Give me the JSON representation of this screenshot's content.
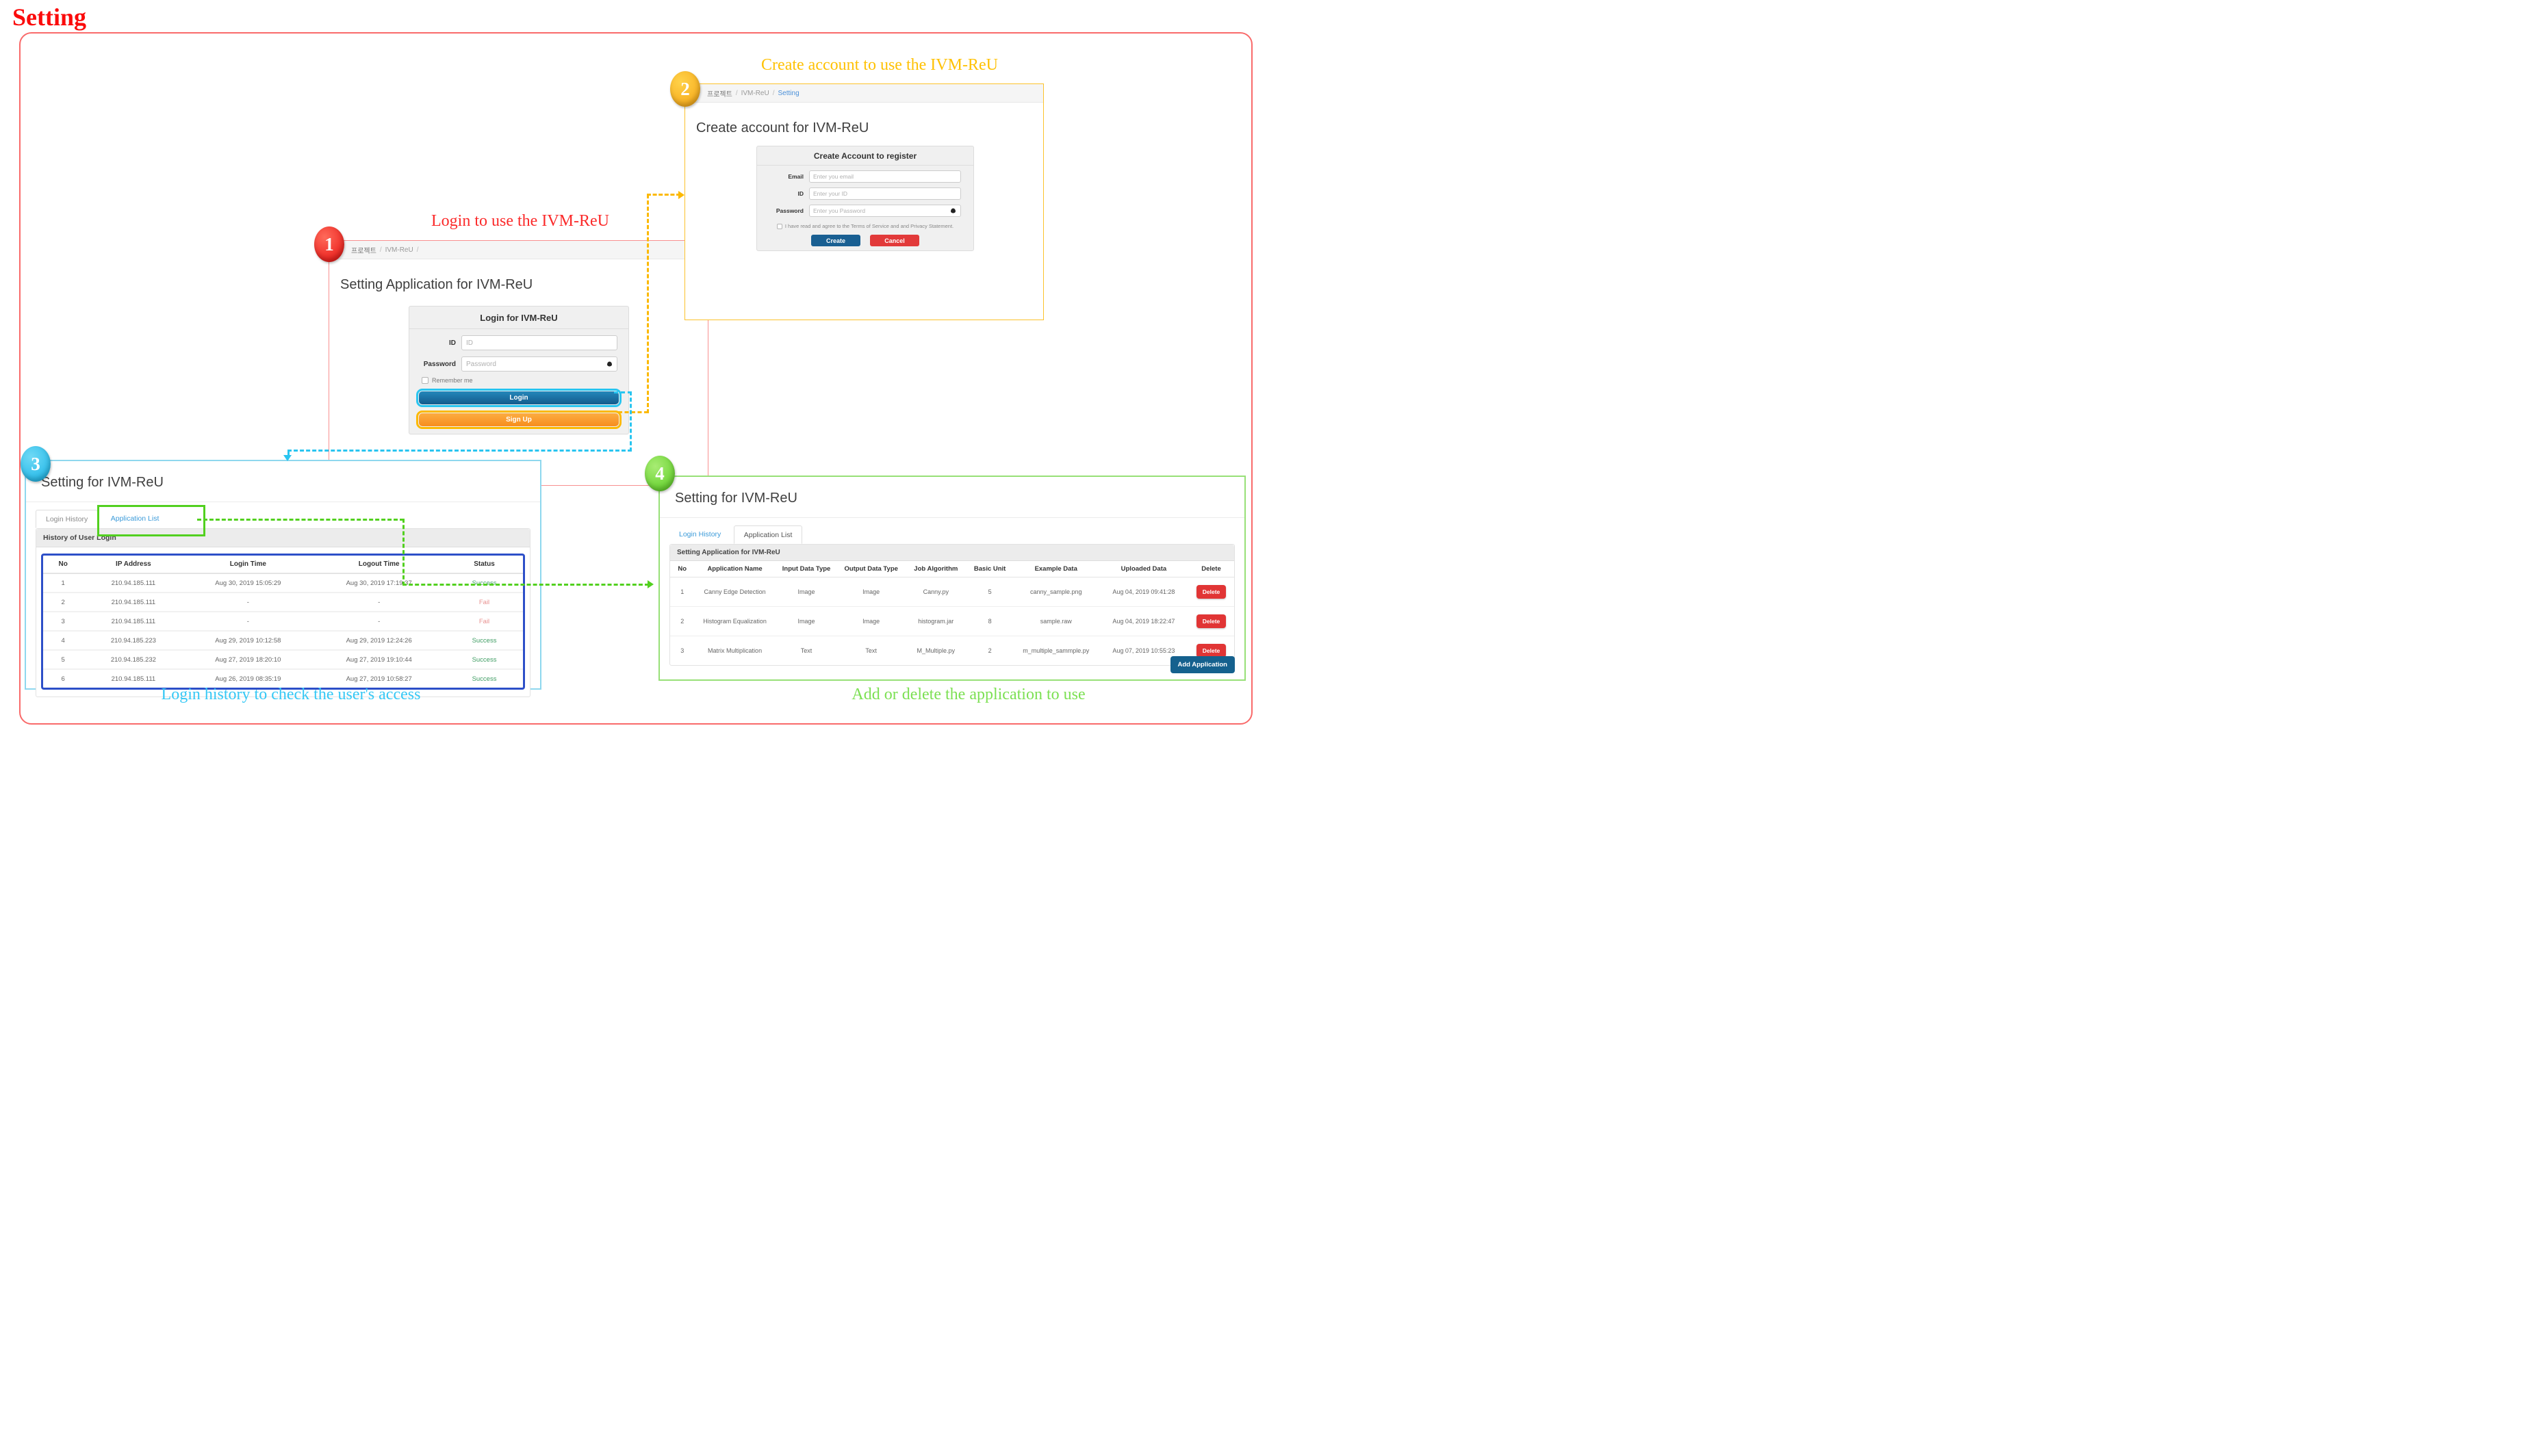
{
  "figure_title": "Setting",
  "annotations": {
    "create_account": "Create account to use the IVM-ReU",
    "login": "Login to use the IVM-ReU",
    "login_history": "Login history to check the user's access",
    "add_delete": "Add or delete the application to use"
  },
  "badges": {
    "one": "1",
    "two": "2",
    "three": "3",
    "four": "4"
  },
  "colors": {
    "title_red": "#fb0b0b",
    "annotation_red": "#fb2a2a",
    "annotation_yellow": "#ffc103",
    "annotation_cyan": "#35c8f5",
    "annotation_green": "#7ce053",
    "status_success": "#3f9d63",
    "status_fail": "#e8908f",
    "login_button": "#135a8c",
    "signup_button": "#f78d1d",
    "create_button": "#195f92",
    "cancel_button": "#e23a3a",
    "delete_button": "#e13535",
    "add_button": "#15618e",
    "history_table_border": "#2d4fc8"
  },
  "panel1": {
    "breadcrumb": {
      "root": "프로젝트",
      "app": "IVM-ReU",
      "sep": "/"
    },
    "heading": "Setting Application for IVM-ReU",
    "form": {
      "title": "Login for IVM-ReU",
      "id_label": "ID",
      "id_placeholder": "ID",
      "password_label": "Password",
      "password_placeholder": "Password",
      "remember_label": "Remember me",
      "login_button": "Login",
      "signup_button": "Sign Up"
    }
  },
  "panel2": {
    "breadcrumb": {
      "root": "프로젝트",
      "app": "IVM-ReU",
      "page": "Setting",
      "sep": "/"
    },
    "heading": "Create account for IVM-ReU",
    "form": {
      "title": "Create Account to register",
      "email_label": "Email",
      "email_placeholder": "Enter you email",
      "id_label": "ID",
      "id_placeholder": "Enter your ID",
      "password_label": "Password",
      "password_placeholder": "Enter you Password",
      "terms_label": "I have read and agree to the Terms of Service and and Privacy Statement.",
      "create_button": "Create",
      "cancel_button": "Cancel"
    }
  },
  "panel3": {
    "heading": "Setting for IVM-ReU",
    "tabs": [
      "Login History",
      "Application List"
    ],
    "section_title": "History of User Login",
    "table": {
      "headers": [
        "No",
        "IP Address",
        "Login Time",
        "Logout Time",
        "Status"
      ],
      "rows": [
        [
          "1",
          "210.94.185.111",
          "Aug 30, 2019 15:05:29",
          "Aug 30, 2019 17:19:37",
          "Success"
        ],
        [
          "2",
          "210.94.185.111",
          "-",
          "-",
          "Fail"
        ],
        [
          "3",
          "210.94.185.111",
          "-",
          "-",
          "Fail"
        ],
        [
          "4",
          "210.94.185.223",
          "Aug 29, 2019 10:12:58",
          "Aug 29, 2019 12:24:26",
          "Success"
        ],
        [
          "5",
          "210.94.185.232",
          "Aug 27, 2019 18:20:10",
          "Aug 27, 2019 19:10:44",
          "Success"
        ],
        [
          "6",
          "210.94.185.111",
          "Aug 26, 2019 08:35:19",
          "Aug 27, 2019 10:58:27",
          "Success"
        ]
      ]
    }
  },
  "panel4": {
    "heading": "Setting for IVM-ReU",
    "tabs": [
      "Login History",
      "Application List"
    ],
    "section_title": "Setting Application for IVM-ReU",
    "table": {
      "headers": [
        "No",
        "Application Name",
        "Input Data Type",
        "Output Data Type",
        "Job Algorithm",
        "Basic Unit",
        "Example Data",
        "Uploaded Data",
        "Delete"
      ],
      "rows": [
        [
          "1",
          "Canny Edge Detection",
          "Image",
          "Image",
          "Canny.py",
          "5",
          "canny_sample.png",
          "Aug 04, 2019 09:41:28"
        ],
        [
          "2",
          "Histogram Equalization",
          "Image",
          "Image",
          "histogram.jar",
          "8",
          "sample.raw",
          "Aug 04, 2019 18:22:47"
        ],
        [
          "3",
          "Matrix Multiplication",
          "Text",
          "Text",
          "M_Multiple.py",
          "2",
          "m_multiple_sammple.py",
          "Aug 07, 2019 10:55:23"
        ]
      ],
      "delete_button": "Delete"
    },
    "add_button": "Add Application"
  }
}
